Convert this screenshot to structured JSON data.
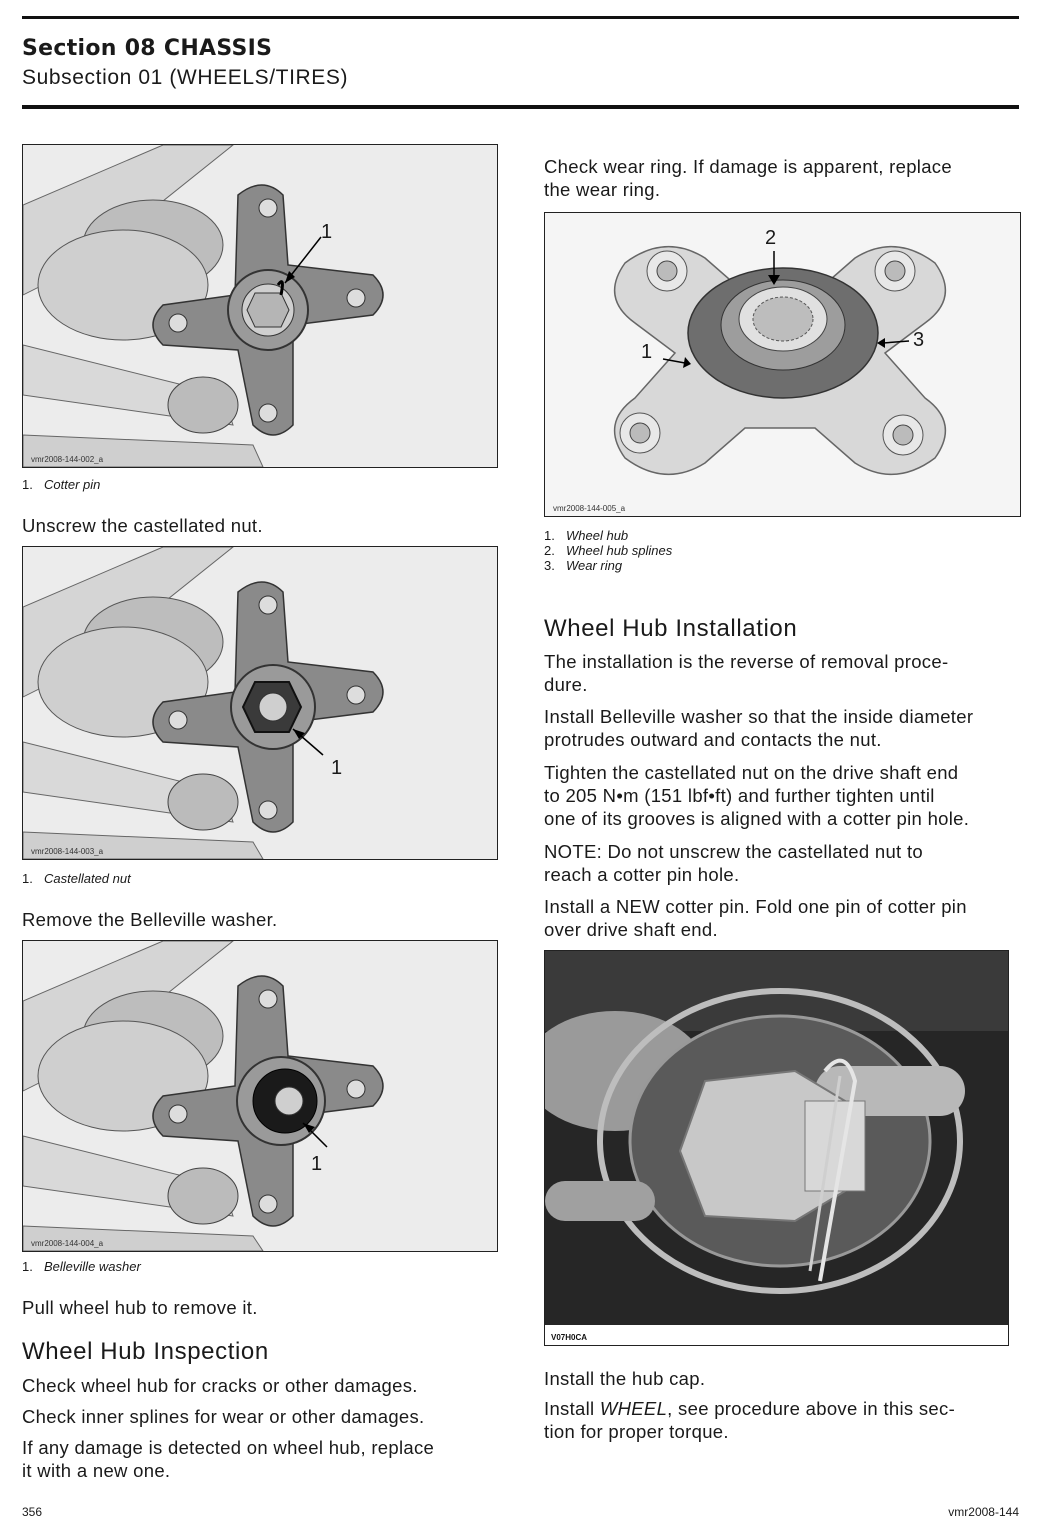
{
  "header": {
    "section": "Section 08 CHASSIS",
    "subsection": "Subsection 01 (WHEELS/TIRES)"
  },
  "left": {
    "fig1": {
      "code": "vmr2008-144-002_a",
      "callout": "1",
      "legend": [
        {
          "n": "1.",
          "t": "Cotter pin"
        }
      ]
    },
    "step_unscrew": "Unscrew the castellated nut.",
    "fig2": {
      "code": "vmr2008-144-003_a",
      "callout": "1",
      "legend": [
        {
          "n": "1.",
          "t": "Castellated nut"
        }
      ]
    },
    "step_washer": "Remove the Belleville washer.",
    "fig3": {
      "code": "vmr2008-144-004_a",
      "callout": "1",
      "legend": [
        {
          "n": "1.",
          "t": "Belleville washer"
        }
      ]
    },
    "step_pull": "Pull wheel hub to remove it.",
    "inspection": {
      "heading": "Wheel Hub Inspection",
      "p1": "Check wheel hub for cracks or other damages.",
      "p2": "Check inner splines for wear or other damages.",
      "p3_l1": "If any damage is detected on wheel hub, replace",
      "p3_l2": "it with a new one."
    }
  },
  "right": {
    "wear_l1": "Check wear ring.  If damage is apparent, replace",
    "wear_l2": "the wear ring.",
    "fig4": {
      "code": "vmr2008-144-005_a",
      "callouts": [
        "1",
        "2",
        "3"
      ],
      "legend": [
        {
          "n": "1.",
          "t": "Wheel hub"
        },
        {
          "n": "2.",
          "t": "Wheel hub splines"
        },
        {
          "n": "3.",
          "t": "Wear ring"
        }
      ]
    },
    "installation": {
      "heading": "Wheel Hub Installation",
      "p1_l1": "The installation is the reverse of removal proce-",
      "p1_l2": "dure.",
      "p2_l1": "Install Belleville washer so that the inside diameter",
      "p2_l2": "protrudes outward and contacts the nut.",
      "p3_l1": "Tighten the castellated nut on the drive shaft end",
      "p3_l2": "to 205 N•m (151 lbf•ft) and further tighten until",
      "p3_l3": "one of its grooves is aligned with a cotter pin hole.",
      "note_l1": "NOTE: Do not unscrew the castellated nut to",
      "note_l2": "reach a cotter pin hole.",
      "p4_l1": "Install a NEW cotter pin.  Fold one pin of cotter pin",
      "p4_l2": "over drive shaft end."
    },
    "photo_code": "V07H0CA",
    "hubcap": "Install the hub cap.",
    "wheel_pre": "Install ",
    "wheel_link": "WHEEL",
    "wheel_post": ", see procedure above in this sec-",
    "wheel_l2": "tion for proper torque."
  },
  "footer": {
    "page": "356",
    "code": "vmr2008-144"
  }
}
